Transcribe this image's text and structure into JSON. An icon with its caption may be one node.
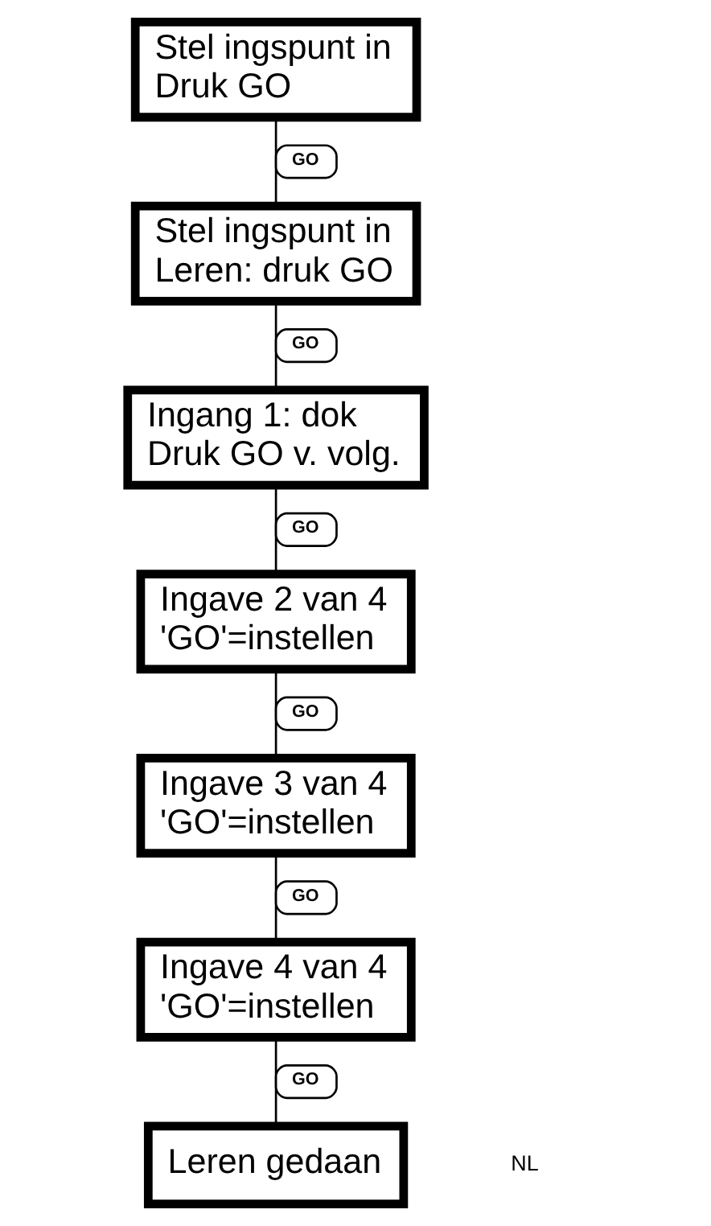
{
  "diagram": {
    "nodes": [
      {
        "text": [
          "Stel ingspunt in",
          "Druk GO"
        ]
      },
      {
        "text": [
          "Stel ingspunt in",
          "Leren: druk GO"
        ]
      },
      {
        "text": [
          "Ingang 1: dok",
          "Druk GO v. volg."
        ]
      },
      {
        "text": [
          "Ingave 2 van 4",
          "'GO'=instellen"
        ]
      },
      {
        "text": [
          "Ingave 3 van 4",
          "'GO'=instellen"
        ]
      },
      {
        "text": [
          "Ingave 4 van 4",
          "'GO'=instellen"
        ]
      },
      {
        "text": [
          "Leren gedaan"
        ]
      }
    ],
    "edges": [
      {
        "from": 0,
        "to": 1,
        "arrow": "none",
        "label": "GO"
      },
      {
        "from": 1,
        "to": 2,
        "arrow": "none",
        "label": "GO"
      },
      {
        "from": 2,
        "to": 3,
        "arrow": "none",
        "label": "GO"
      },
      {
        "from": 3,
        "to": 4,
        "arrow": "none",
        "label": "GO"
      },
      {
        "from": 4,
        "to": 5,
        "arrow": "none",
        "label": "GO"
      },
      {
        "from": 5,
        "to": 6,
        "arrow": "none",
        "label": "GO"
      }
    ],
    "labels": [
      "NL"
    ]
  }
}
